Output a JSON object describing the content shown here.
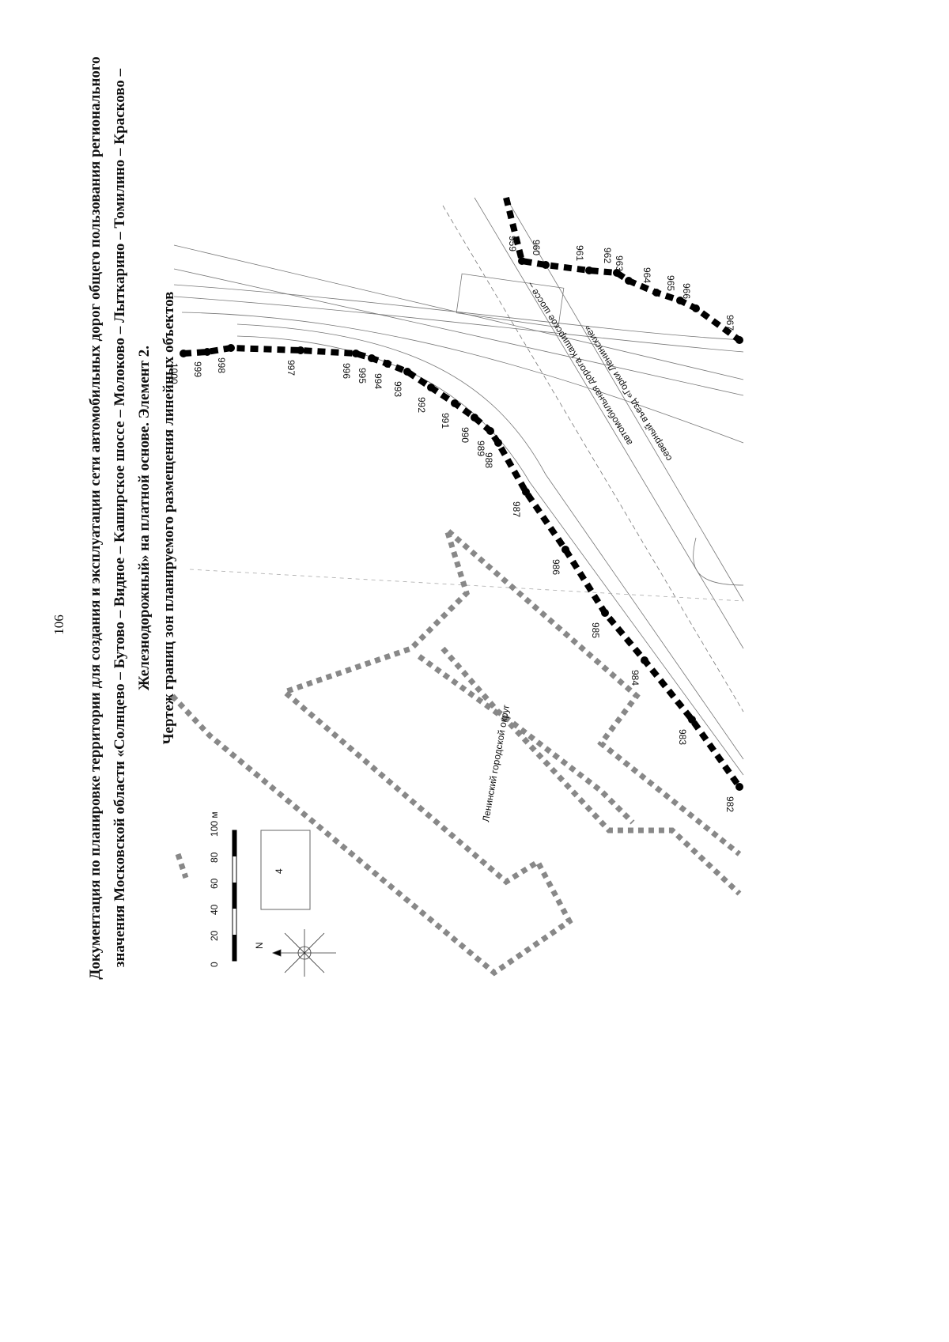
{
  "page_number": "106",
  "title": {
    "line1": "Документация по планировке территории для создания и эксплуатации сети автомобильных дорог общего пользования регионального",
    "line2": "значения Московской области «Солнцево – Бутово – Видное – Каширское шоссе – Молоково – Лыткарино – Томилино – Красково –",
    "line3": "Железнодорожный» на платной основе. Элемент 2.",
    "subtitle": "Чертеж границ зон планируемого размещения линейных объектов"
  },
  "map": {
    "road_label_1": "автомобильная дорога Каширское шоссе –",
    "road_label_2": "северный въезд «Горки Ленинские»",
    "district_label": "Ленинский городской округ",
    "route_a_points": [
      "1000",
      "999",
      "998",
      "997",
      "996",
      "995",
      "994",
      "993",
      "992",
      "991",
      "990",
      "989",
      "988",
      "987",
      "986",
      "985",
      "984",
      "983",
      "982"
    ],
    "route_b_points": [
      "959",
      "960",
      "961",
      "962",
      "963",
      "964",
      "965",
      "966",
      "967"
    ],
    "sheet_number": "4",
    "scale": {
      "ticks": [
        "0",
        "20",
        "40",
        "60",
        "80",
        "100 м"
      ]
    },
    "north_label": "N"
  }
}
